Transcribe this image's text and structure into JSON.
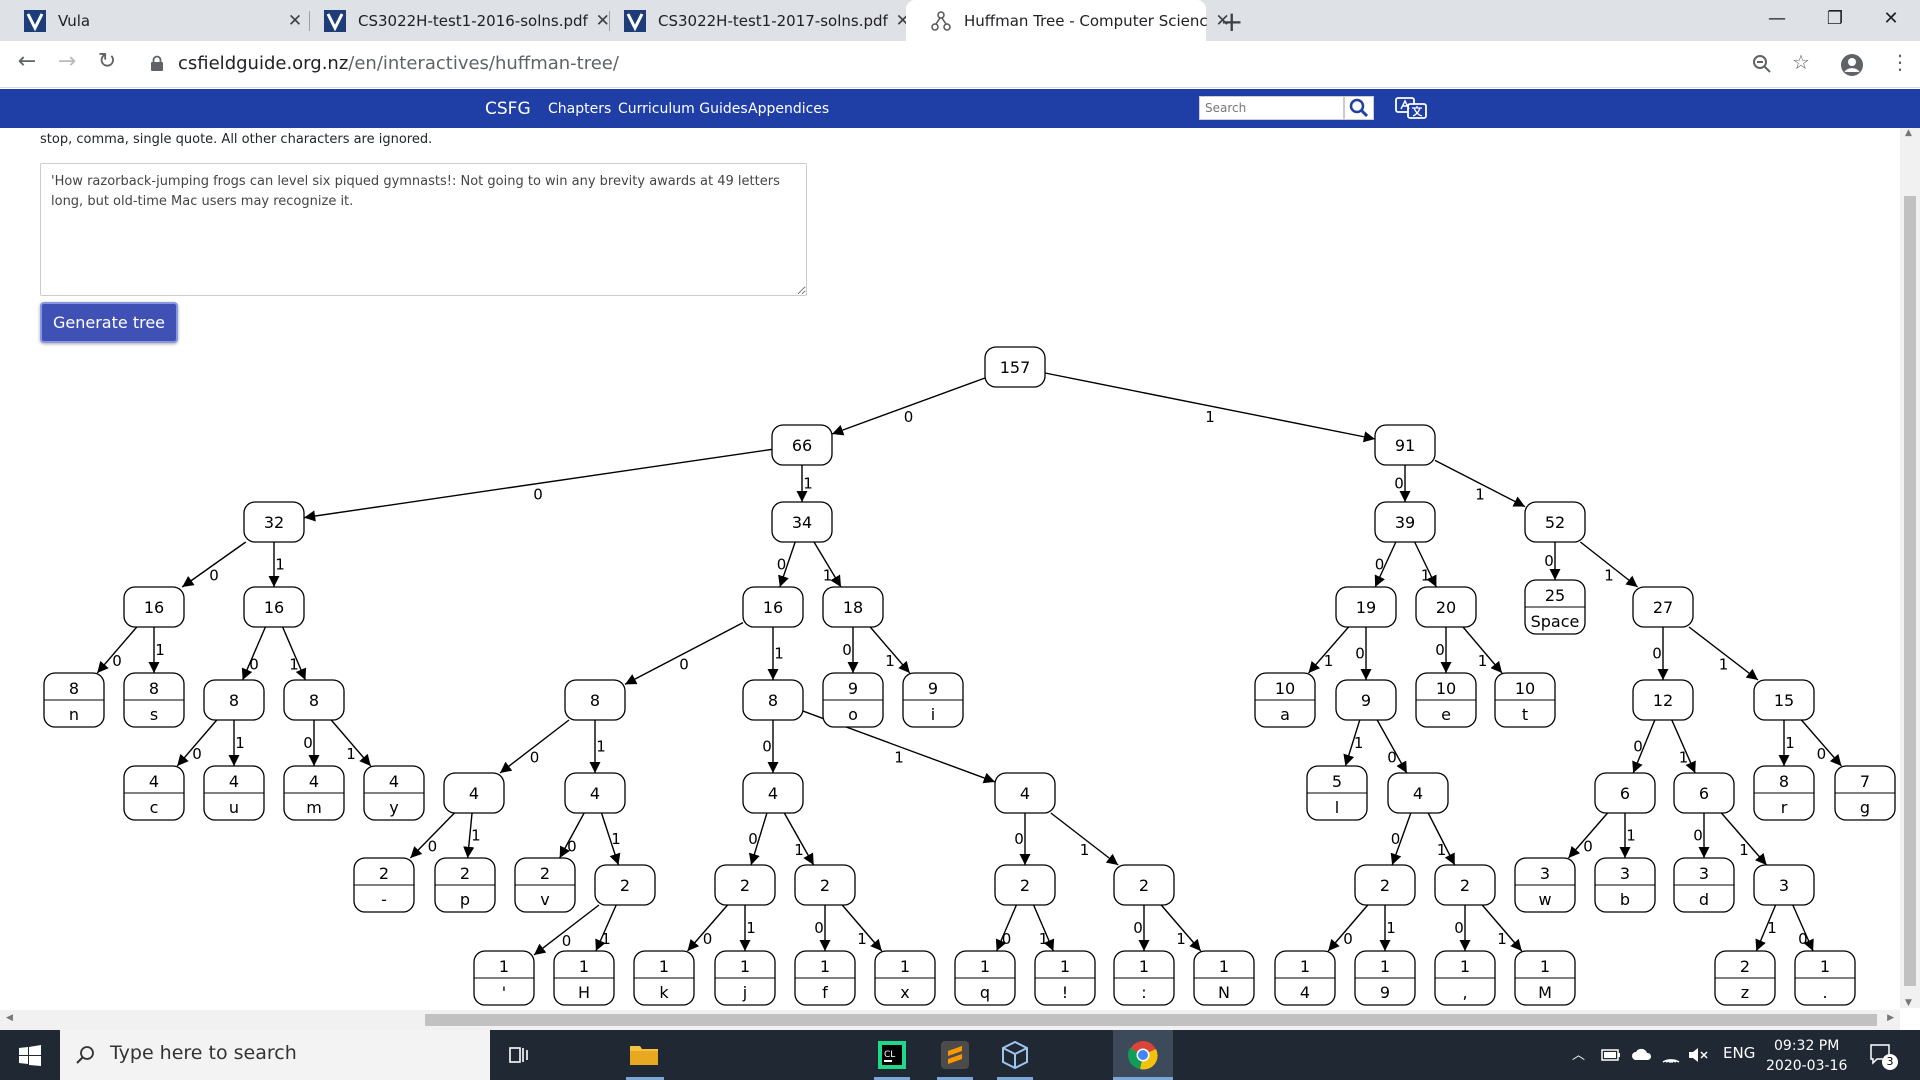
{
  "browser": {
    "tabs": [
      {
        "title": "Vula",
        "active": false
      },
      {
        "title": "CS3022H-test1-2016-solns.pdf",
        "active": false
      },
      {
        "title": "CS3022H-test1-2017-solns.pdf",
        "active": false
      },
      {
        "title": "Huffman Tree - Computer Scienc",
        "active": true
      }
    ],
    "url_domain": "csfieldguide.org.nz",
    "url_path": "/en/interactives/huffman-tree/"
  },
  "site": {
    "brand": "CSFG",
    "nav": [
      "Chapters",
      "Curriculum Guides",
      "Appendices"
    ],
    "search_placeholder": "Search"
  },
  "page": {
    "intro": "stop, comma, single quote. All other characters are ignored.",
    "input_text": "'How razorback-jumping frogs can level six piqued gymnasts!: Not going to win any brevity awards at 49 letters long, but old-time Mac users may recognize it.",
    "generate_label": "Generate tree"
  },
  "tree": {
    "nodes": [
      {
        "id": "r",
        "count": "157"
      },
      {
        "id": "n66",
        "count": "66"
      },
      {
        "id": "n91",
        "count": "91"
      },
      {
        "id": "n32",
        "count": "32"
      },
      {
        "id": "n34",
        "count": "34"
      },
      {
        "id": "n39",
        "count": "39"
      },
      {
        "id": "n52",
        "count": "52"
      },
      {
        "id": "a16",
        "count": "16"
      },
      {
        "id": "b16",
        "count": "16"
      },
      {
        "id": "c16",
        "count": "16"
      },
      {
        "id": "d18",
        "count": "18"
      },
      {
        "id": "e19",
        "count": "19"
      },
      {
        "id": "f20",
        "count": "20"
      },
      {
        "id": "g25",
        "count": "25",
        "char": "Space"
      },
      {
        "id": "h27",
        "count": "27"
      },
      {
        "id": "ln",
        "count": "8",
        "char": "n"
      },
      {
        "id": "ls",
        "count": "8",
        "char": "s"
      },
      {
        "id": "i8",
        "count": "8"
      },
      {
        "id": "j8",
        "count": "8"
      },
      {
        "id": "k8",
        "count": "8"
      },
      {
        "id": "l8",
        "count": "8"
      },
      {
        "id": "lo",
        "count": "9",
        "char": "o"
      },
      {
        "id": "li",
        "count": "9",
        "char": "i"
      },
      {
        "id": "la",
        "count": "10",
        "char": "a"
      },
      {
        "id": "m9",
        "count": "9"
      },
      {
        "id": "le",
        "count": "10",
        "char": "e"
      },
      {
        "id": "lt",
        "count": "10",
        "char": "t"
      },
      {
        "id": "n12",
        "count": "12"
      },
      {
        "id": "o15",
        "count": "15"
      },
      {
        "id": "lc",
        "count": "4",
        "char": "c"
      },
      {
        "id": "lu",
        "count": "4",
        "char": "u"
      },
      {
        "id": "lm",
        "count": "4",
        "char": "m"
      },
      {
        "id": "ly",
        "count": "4",
        "char": "y"
      },
      {
        "id": "p4",
        "count": "4"
      },
      {
        "id": "q4",
        "count": "4"
      },
      {
        "id": "r4",
        "count": "4"
      },
      {
        "id": "s4",
        "count": "4"
      },
      {
        "id": "ll",
        "count": "5",
        "char": "l"
      },
      {
        "id": "t4",
        "count": "4"
      },
      {
        "id": "u6",
        "count": "6"
      },
      {
        "id": "v6",
        "count": "6"
      },
      {
        "id": "lr",
        "count": "8",
        "char": "r"
      },
      {
        "id": "lg",
        "count": "7",
        "char": "g"
      },
      {
        "id": "ldash",
        "count": "2",
        "char": "-"
      },
      {
        "id": "lp",
        "count": "2",
        "char": "p"
      },
      {
        "id": "lv",
        "count": "2",
        "char": "v"
      },
      {
        "id": "w2",
        "count": "2"
      },
      {
        "id": "x2",
        "count": "2"
      },
      {
        "id": "y2",
        "count": "2"
      },
      {
        "id": "z2",
        "count": "2"
      },
      {
        "id": "aa2",
        "count": "2"
      },
      {
        "id": "bb2",
        "count": "2"
      },
      {
        "id": "cc2",
        "count": "2"
      },
      {
        "id": "lw",
        "count": "3",
        "char": "w"
      },
      {
        "id": "lb",
        "count": "3",
        "char": "b"
      },
      {
        "id": "ld",
        "count": "3",
        "char": "d"
      },
      {
        "id": "dd3",
        "count": "3"
      },
      {
        "id": "lq1",
        "count": "1",
        "char": "'"
      },
      {
        "id": "lH",
        "count": "1",
        "char": "H"
      },
      {
        "id": "lk",
        "count": "1",
        "char": "k"
      },
      {
        "id": "lj",
        "count": "1",
        "char": "j"
      },
      {
        "id": "lf",
        "count": "1",
        "char": "f"
      },
      {
        "id": "lx",
        "count": "1",
        "char": "x"
      },
      {
        "id": "lq",
        "count": "1",
        "char": "q"
      },
      {
        "id": "lex",
        "count": "1",
        "char": "!"
      },
      {
        "id": "lcol",
        "count": "1",
        "char": ":"
      },
      {
        "id": "lN",
        "count": "1",
        "char": "N"
      },
      {
        "id": "l4",
        "count": "1",
        "char": "4"
      },
      {
        "id": "l9",
        "count": "1",
        "char": "9"
      },
      {
        "id": "lcom",
        "count": "1",
        "char": ","
      },
      {
        "id": "lM",
        "count": "1",
        "char": "M"
      },
      {
        "id": "lz",
        "count": "2",
        "char": "z"
      },
      {
        "id": "ldot",
        "count": "1",
        "char": "."
      }
    ],
    "edges": [
      [
        "r",
        "n66",
        "0"
      ],
      [
        "r",
        "n91",
        "1"
      ],
      [
        "n66",
        "n32",
        "0"
      ],
      [
        "n66",
        "n34",
        "1"
      ],
      [
        "n91",
        "n39",
        "0"
      ],
      [
        "n91",
        "n52",
        "1"
      ],
      [
        "n32",
        "a16",
        "0"
      ],
      [
        "n32",
        "b16",
        "1"
      ],
      [
        "n34",
        "c16",
        "0"
      ],
      [
        "n34",
        "d18",
        "1"
      ],
      [
        "n39",
        "e19",
        "0"
      ],
      [
        "n39",
        "f20",
        "1"
      ],
      [
        "n52",
        "g25",
        "0"
      ],
      [
        "n52",
        "h27",
        "1"
      ],
      [
        "a16",
        "ln",
        "0"
      ],
      [
        "a16",
        "ls",
        "1"
      ],
      [
        "b16",
        "i8",
        "0"
      ],
      [
        "b16",
        "j8",
        "1"
      ],
      [
        "c16",
        "k8",
        "0"
      ],
      [
        "c16",
        "l8",
        "1"
      ],
      [
        "d18",
        "lo",
        "0"
      ],
      [
        "d18",
        "li",
        "1"
      ],
      [
        "e19",
        "la",
        "1"
      ],
      [
        "e19",
        "m9",
        "0"
      ],
      [
        "f20",
        "le",
        "0"
      ],
      [
        "f20",
        "lt",
        "1"
      ],
      [
        "h27",
        "n12",
        "0"
      ],
      [
        "h27",
        "o15",
        "1"
      ],
      [
        "i8",
        "lc",
        "0"
      ],
      [
        "i8",
        "lu",
        "1"
      ],
      [
        "j8",
        "lm",
        "0"
      ],
      [
        "j8",
        "ly",
        "1"
      ],
      [
        "k8",
        "p4",
        "0"
      ],
      [
        "k8",
        "q4",
        "1"
      ],
      [
        "l8",
        "r4",
        "0"
      ],
      [
        "l8",
        "s4",
        "1"
      ],
      [
        "m9",
        "ll",
        "1"
      ],
      [
        "m9",
        "t4",
        "0"
      ],
      [
        "n12",
        "u6",
        "0"
      ],
      [
        "n12",
        "v6",
        "1"
      ],
      [
        "o15",
        "lr",
        "1"
      ],
      [
        "o15",
        "lg",
        "0"
      ],
      [
        "p4",
        "ldash",
        "0"
      ],
      [
        "p4",
        "lp",
        "1"
      ],
      [
        "q4",
        "lv",
        "0"
      ],
      [
        "q4",
        "w2",
        "1"
      ],
      [
        "r4",
        "x2",
        "0"
      ],
      [
        "r4",
        "y2",
        "1"
      ],
      [
        "s4",
        "z2",
        "0"
      ],
      [
        "s4",
        "aa2",
        "1"
      ],
      [
        "t4",
        "bb2",
        "0"
      ],
      [
        "t4",
        "cc2",
        "1"
      ],
      [
        "u6",
        "lw",
        "0"
      ],
      [
        "u6",
        "lb",
        "1"
      ],
      [
        "v6",
        "ld",
        "0"
      ],
      [
        "v6",
        "dd3",
        "1"
      ],
      [
        "w2",
        "lq1",
        "0"
      ],
      [
        "w2",
        "lH",
        "1"
      ],
      [
        "x2",
        "lk",
        "0"
      ],
      [
        "x2",
        "lj",
        "1"
      ],
      [
        "y2",
        "lf",
        "0"
      ],
      [
        "y2",
        "lx",
        "1"
      ],
      [
        "z2",
        "lq",
        "0"
      ],
      [
        "z2",
        "lex",
        "1"
      ],
      [
        "aa2",
        "lcol",
        "0"
      ],
      [
        "aa2",
        "lN",
        "1"
      ],
      [
        "bb2",
        "l4",
        "0"
      ],
      [
        "bb2",
        "l9",
        "1"
      ],
      [
        "cc2",
        "lcom",
        "0"
      ],
      [
        "cc2",
        "lM",
        "1"
      ],
      [
        "dd3",
        "lz",
        "1"
      ],
      [
        "dd3",
        "ldot",
        "0"
      ]
    ]
  },
  "taskbar": {
    "search_placeholder": "Type here to search",
    "lang": "ENG",
    "time": "09:32 PM",
    "date": "2020-03-16",
    "notif_count": "3"
  }
}
